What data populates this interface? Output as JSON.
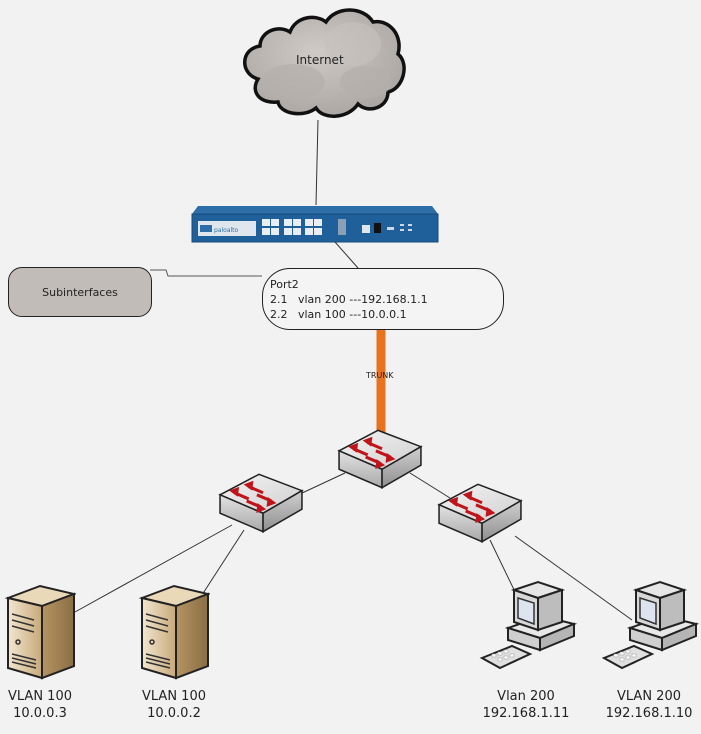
{
  "diagram": {
    "cloud": {
      "label": "Internet"
    },
    "firewall": {
      "name": "firewall",
      "brand_color": "#1f5f9a"
    },
    "subinterfaces_box": {
      "label": "Subinterfaces"
    },
    "port_box": {
      "title": "Port2",
      "lines": [
        "2.1   vlan 200 ---192.168.1.1",
        "2.2   vlan 100 ---10.0.0.1"
      ]
    },
    "trunk": {
      "label": "TRUNK",
      "color": "#e8731f"
    },
    "switches": [
      {
        "id": "core-switch"
      },
      {
        "id": "left-switch"
      },
      {
        "id": "right-switch"
      }
    ],
    "servers": [
      {
        "vlan": "VLAN 100",
        "ip": "10.0.0.3"
      },
      {
        "vlan": "VLAN 100",
        "ip": "10.0.0.2"
      }
    ],
    "workstations": [
      {
        "vlan": "Vlan 200",
        "ip": "192.168.1.11"
      },
      {
        "vlan": "VLAN 200",
        "ip": "192.168.1.10"
      }
    ]
  }
}
